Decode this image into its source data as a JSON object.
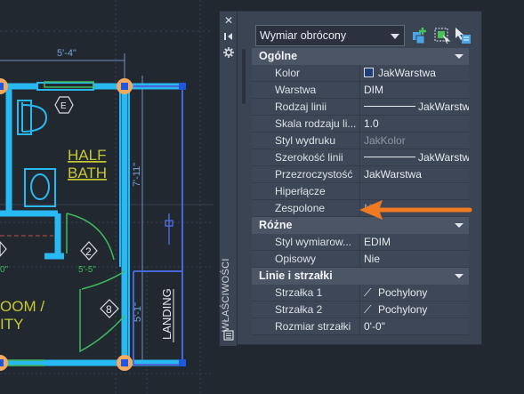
{
  "drawing": {
    "dim_top": "5'-4\"",
    "dim_right": "7'-11\"",
    "dim_mid": "5'-5\"",
    "dim_left": "0\"",
    "room_half_bath_line1": "HALF",
    "room_half_bath_line2": "BATH",
    "tag_e": "E",
    "tag_2": "2",
    "tag_8": "8",
    "landing": "LANDING",
    "room_partial_line1": "OOM /",
    "room_partial_line2": "ITY",
    "dim_lower": "5'-1\""
  },
  "palette": {
    "vertical_title": "WŁAŚCIWOŚCI",
    "selector_value": "Wymiar obrócony",
    "sections": [
      {
        "title": "Ogólne",
        "rows": [
          {
            "label": "Kolor",
            "value": "JakWarstwa"
          },
          {
            "label": "Warstwa",
            "value": "DIM"
          },
          {
            "label": "Rodzaj linii",
            "value": "JakWarstwa"
          },
          {
            "label": "Skala rodzaju li...",
            "value": "1.0"
          },
          {
            "label": "Styl wydruku",
            "value": "JakKolor"
          },
          {
            "label": "Szerokość linii",
            "value": "JakWarstwa"
          },
          {
            "label": "Przezroczystość",
            "value": "JakWarstwa"
          },
          {
            "label": "Hiperłącze",
            "value": ""
          },
          {
            "label": "Zespolone",
            "value": "Nie"
          }
        ]
      },
      {
        "title": "Różne",
        "rows": [
          {
            "label": "Styl wymiarow...",
            "value": "EDIM"
          },
          {
            "label": "Opisowy",
            "value": "Nie"
          }
        ]
      },
      {
        "title": "Linie i strzałki",
        "rows": [
          {
            "label": "Strzałka 1",
            "value": "Pochylony"
          },
          {
            "label": "Strzałka 2",
            "value": "Pochylony"
          },
          {
            "label": "Rozmiar strzałki",
            "value": "0'-0\""
          }
        ]
      }
    ]
  },
  "colors": {
    "accent_arrow": "#f07a22",
    "wall_selected": "#29b9f2",
    "grip": "#f4a860",
    "door_green": "#3dbb5c",
    "text_yellow": "#c8c832",
    "background": "#212830"
  }
}
